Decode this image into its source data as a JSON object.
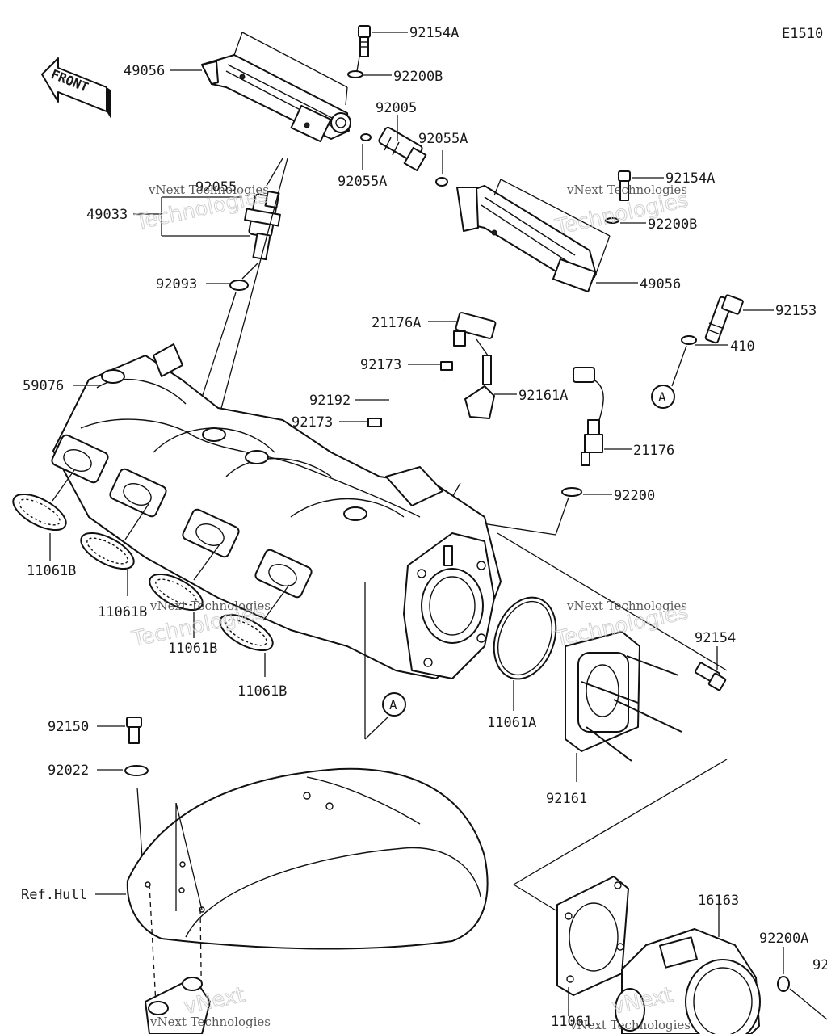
{
  "diagram_code": "E1510",
  "front_label": "FRONT",
  "callout_marker": "A",
  "part_labels": {
    "p92154A_top": "92154A",
    "p92200B_top": "92200B",
    "p49056_top": "49056",
    "p92005": "92005",
    "p92055A_r": "92055A",
    "p92055A_l": "92055A",
    "p92055": "92055",
    "p49033": "49033",
    "p92154A_right": "92154A",
    "p92200B_right": "92200B",
    "p49056_right": "49056",
    "p92093": "92093",
    "p92153": "92153",
    "p410": "410",
    "p21176A": "21176A",
    "p92173_a": "92173",
    "p92192": "92192",
    "p92161A": "92161A",
    "p92173_b": "92173",
    "p59076": "59076",
    "p21176": "21176",
    "p92200": "92200",
    "p11061B_1": "11061B",
    "p11061B_2": "11061B",
    "p11061B_3": "11061B",
    "p11061B_4": "11061B",
    "p92154": "92154",
    "p11061A": "11061A",
    "p92150": "92150",
    "p92022": "92022",
    "p92161": "92161",
    "pRefHull": "Ref.Hull",
    "p16163": "16163",
    "p92200A": "92200A",
    "p92_cut": "92",
    "p11061": "11061"
  },
  "watermark": {
    "line1": "vNext Technologies",
    "line2": "Technologies",
    "line3": "vNext"
  }
}
